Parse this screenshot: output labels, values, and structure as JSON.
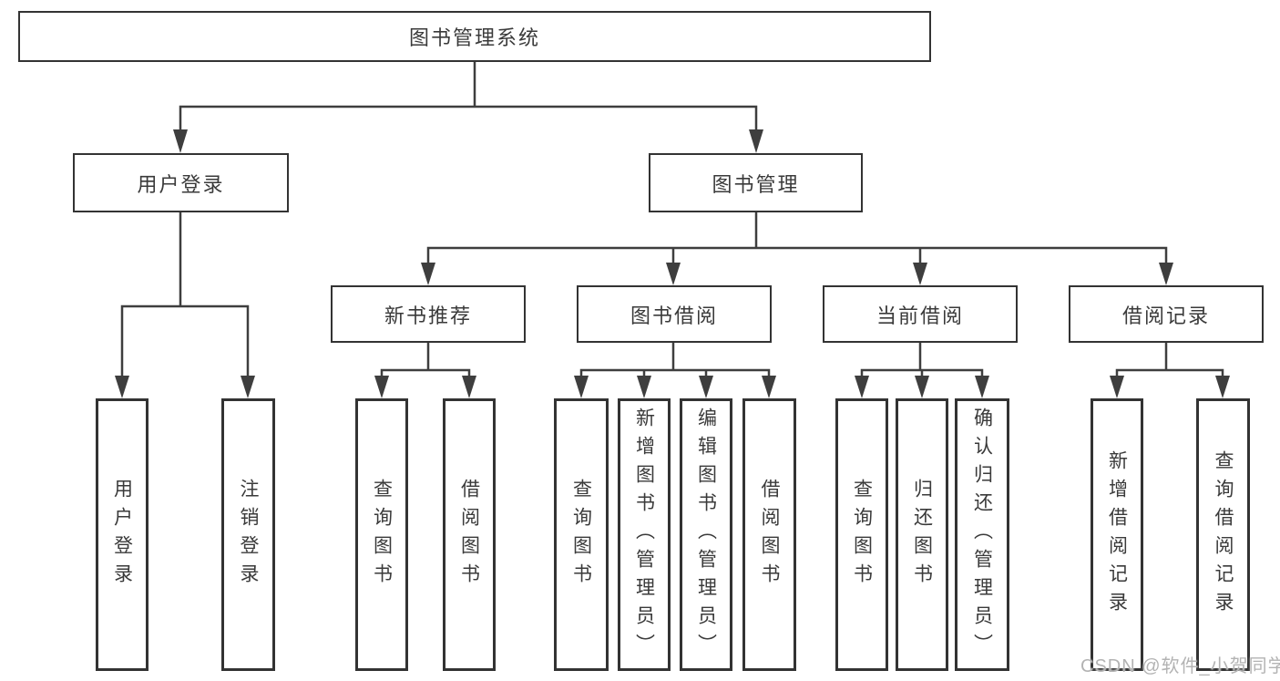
{
  "root": {
    "label": "图书管理系统"
  },
  "level2": {
    "user": {
      "label": "用户登录",
      "children": [
        "用户登录",
        "注销登录"
      ]
    },
    "book": {
      "label": "图书管理"
    }
  },
  "groups": [
    {
      "label": "新书推荐",
      "children": [
        "查询图书",
        "借阅图书"
      ]
    },
    {
      "label": "图书借阅",
      "children": [
        "查询图书",
        "新增图书（管理员）",
        "编辑图书（管理员）",
        "借阅图书"
      ]
    },
    {
      "label": "当前借阅",
      "children": [
        "查询图书",
        "归还图书",
        "确认归还（管理员）"
      ]
    },
    {
      "label": "借阅记录",
      "children": [
        "新增借阅记录",
        "查询借阅记录"
      ]
    }
  ],
  "watermark": {
    "text": "CSDN @软件_小贺同学"
  },
  "colors": {
    "line": "#3e3e3e",
    "box_border": "#333333",
    "text": "#3a3a3a",
    "watermark": "#b3b3b3",
    "background": "#ffffff"
  }
}
